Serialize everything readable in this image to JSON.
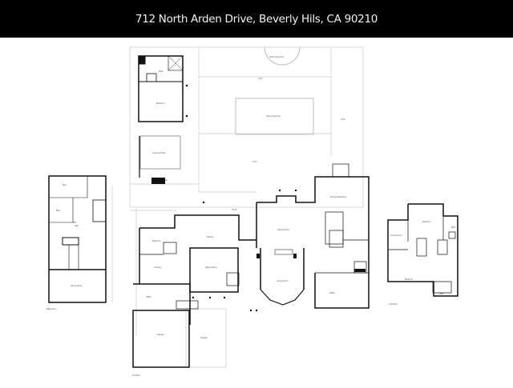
{
  "header": {
    "title": "712 North Arden Drive, Beverly Hils, CA 90210",
    "background": "#000000",
    "text_color": "#f2f2f2"
  },
  "floorplans": [
    {
      "name": "left-floor",
      "label": "Basement"
    },
    {
      "name": "main-floor",
      "label": "1st Floor"
    },
    {
      "name": "right-floor",
      "label": "2nd Floor"
    }
  ],
  "rooms": {
    "pool": "Swimming Pool",
    "spa": "Swimming Pool",
    "garage": "Garage",
    "garage_2": "Garage"
  },
  "colors": {
    "wall": "#111111",
    "exterior": "#c8c8c8",
    "background": "#ffffff"
  }
}
